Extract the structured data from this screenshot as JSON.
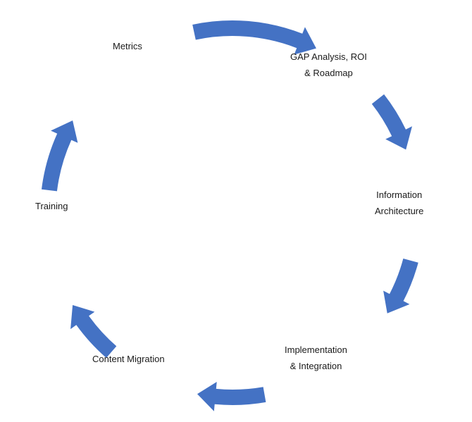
{
  "diagram": {
    "arrow_color": "#4472C4",
    "text_color": "#1a1a1a",
    "arrow_count": 6,
    "stages": [
      {
        "id": "metrics",
        "lines": [
          "Metrics"
        ]
      },
      {
        "id": "gap-analysis",
        "lines": [
          "GAP Analysis, ROI",
          "& Roadmap"
        ]
      },
      {
        "id": "information-architecture",
        "lines": [
          "Information",
          "Architecture"
        ]
      },
      {
        "id": "implementation",
        "lines": [
          "Implementation",
          "& Integration"
        ]
      },
      {
        "id": "content-migration",
        "lines": [
          "Content Migration"
        ]
      },
      {
        "id": "training",
        "lines": [
          "Training"
        ]
      }
    ]
  }
}
